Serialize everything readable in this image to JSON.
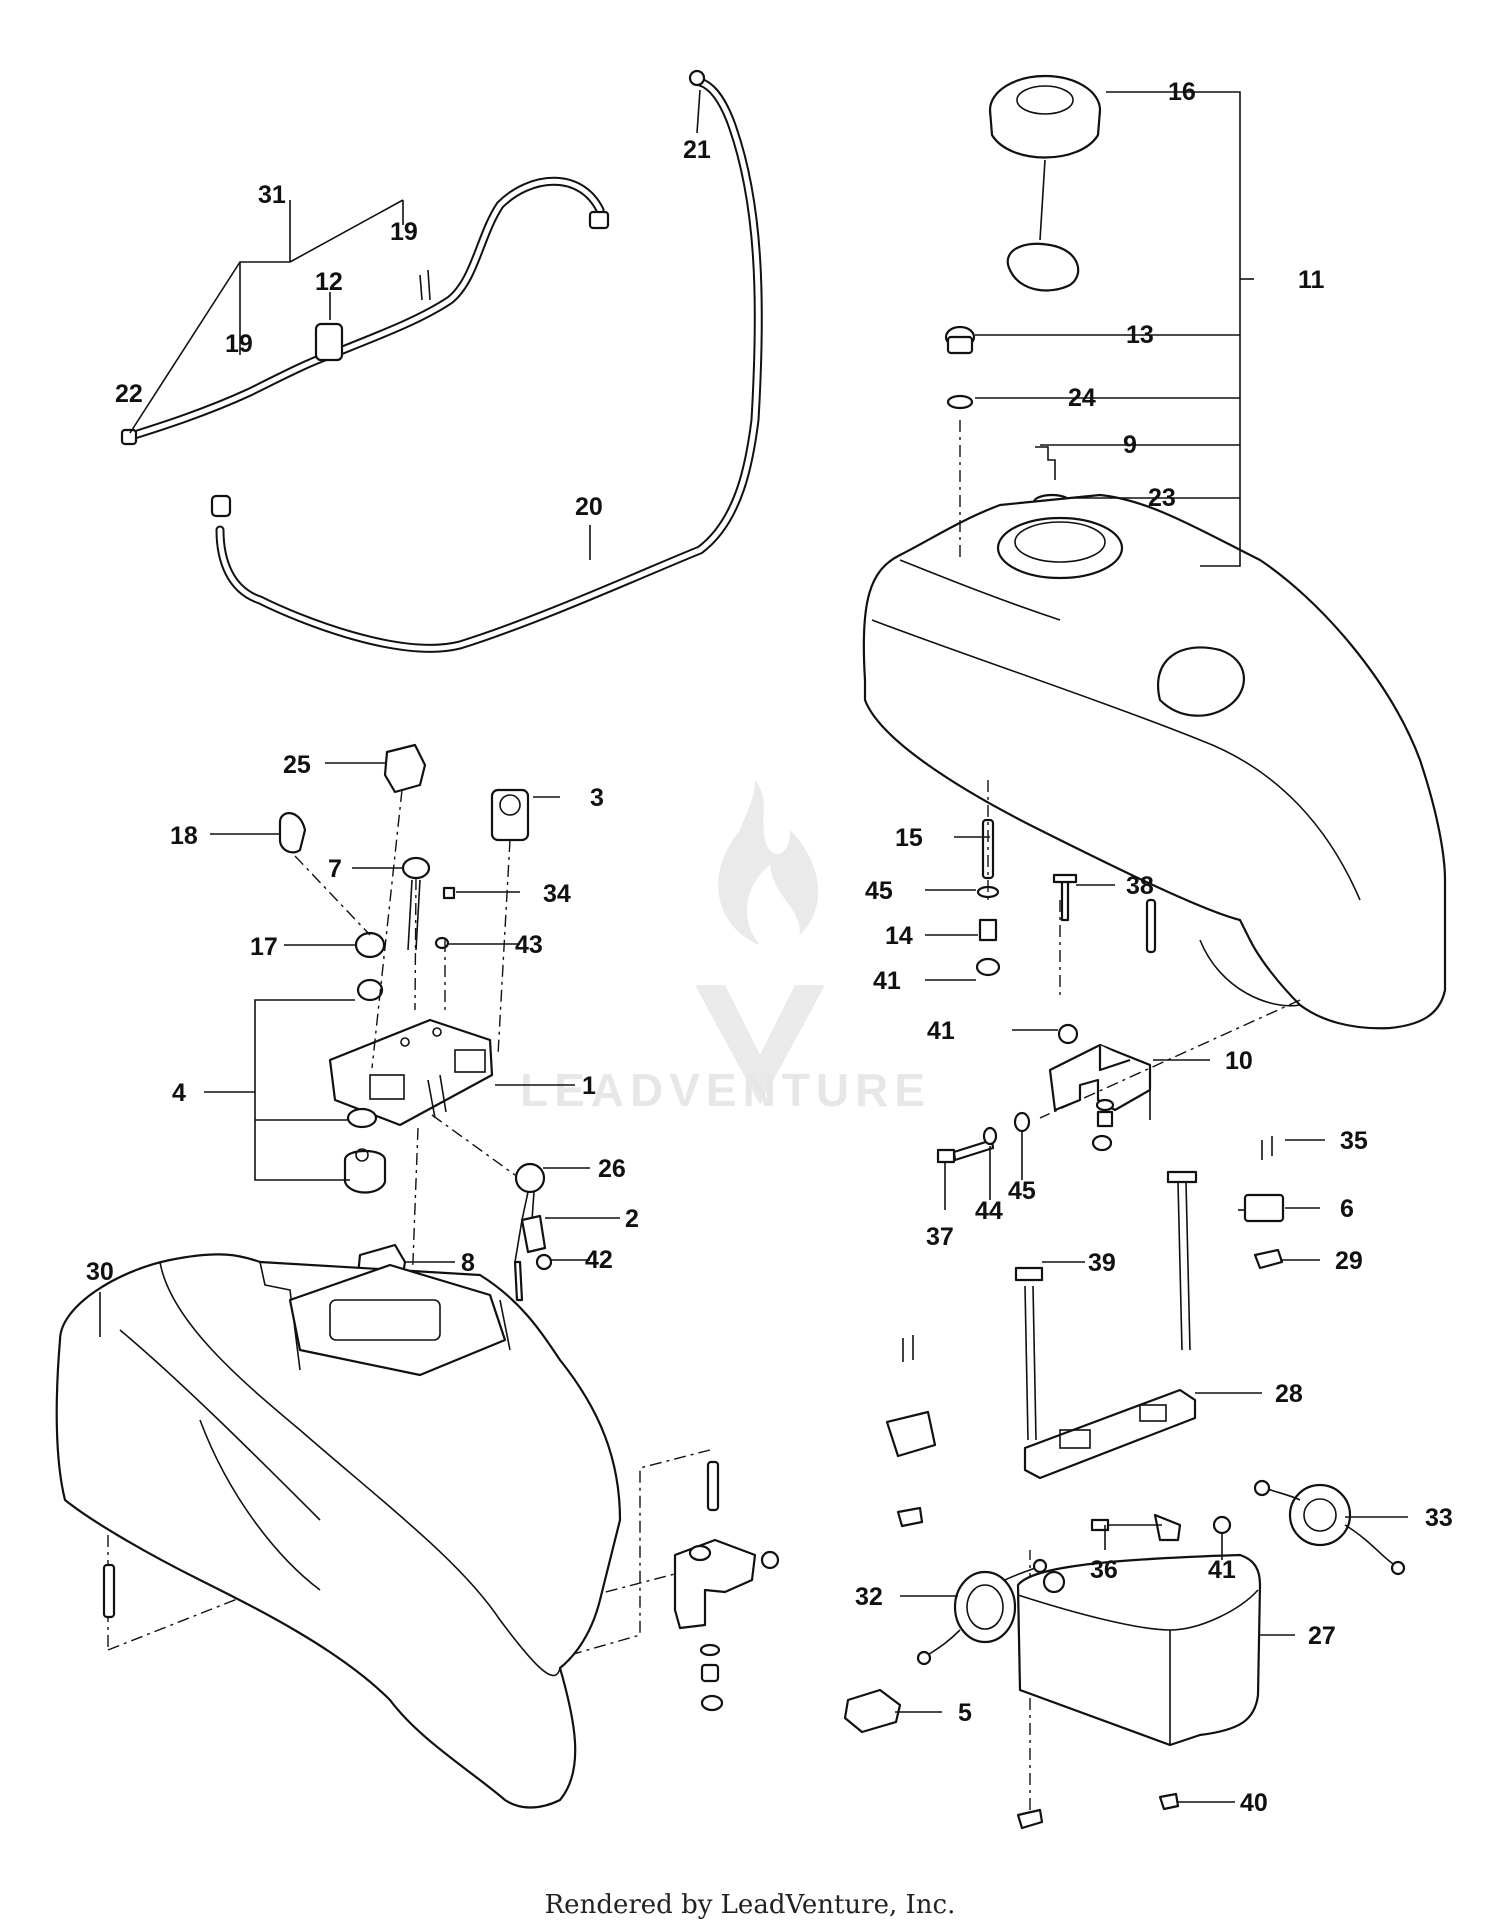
{
  "diagram": {
    "watermark": "LEADVENTURE",
    "footer": "Rendered by LeadVenture, Inc.",
    "callouts": [
      "1",
      "2",
      "3",
      "4",
      "5",
      "6",
      "7",
      "8",
      "9",
      "10",
      "11",
      "12",
      "13",
      "14",
      "15",
      "16",
      "17",
      "18",
      "19",
      "20",
      "21",
      "22",
      "23",
      "24",
      "25",
      "26",
      "27",
      "28",
      "29",
      "30",
      "31",
      "32",
      "33",
      "34",
      "35",
      "36",
      "37",
      "38",
      "39",
      "40",
      "41",
      "42",
      "43",
      "44",
      "45"
    ],
    "callouts_repeated": {
      "19b": "19",
      "41b": "41",
      "41c": "41",
      "45b": "45"
    }
  }
}
